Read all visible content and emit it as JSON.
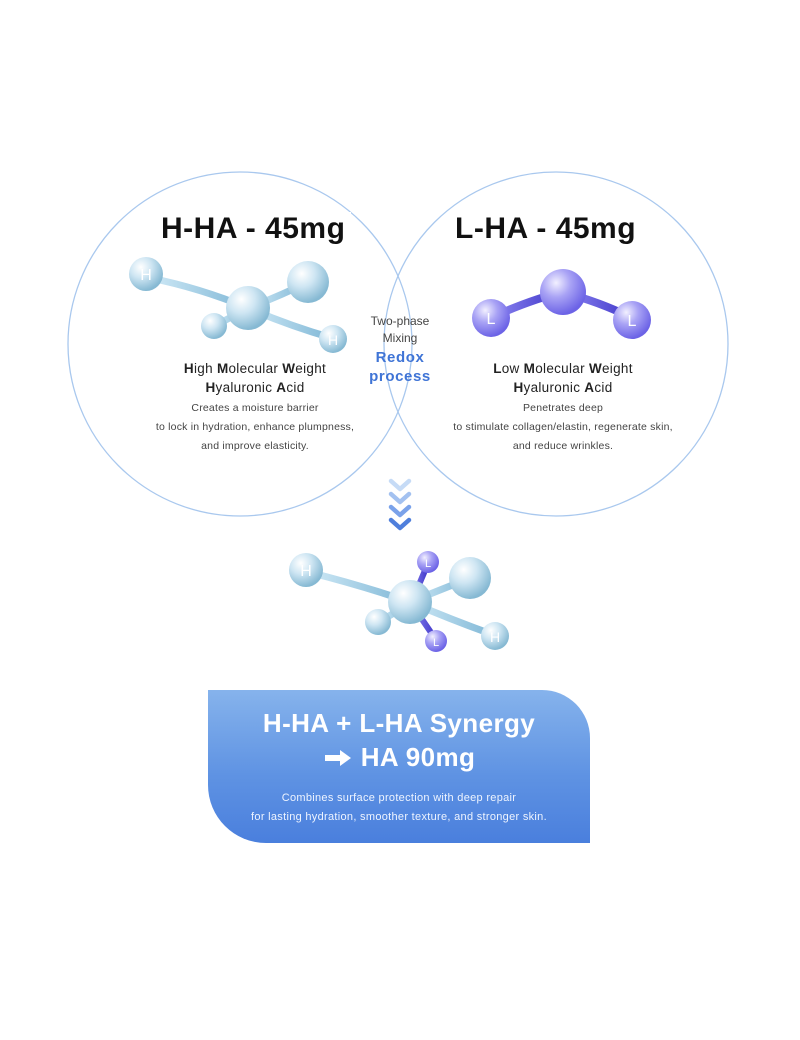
{
  "left": {
    "title": "H-HA - 45mg",
    "heading_line1": [
      "H",
      "igh ",
      "M",
      "olecular ",
      "W",
      "eight"
    ],
    "heading_line2": [
      "H",
      "yaluronic ",
      "A",
      "cid"
    ],
    "desc_lines": [
      "Creates a moisture barrier",
      "to lock in hydration, enhance plumpness,",
      "and improve elasticity."
    ],
    "atom_letter": "H"
  },
  "right": {
    "title": "L-HA - 45mg",
    "heading_line1": [
      "L",
      "ow ",
      "M",
      "olecular ",
      "W",
      "eight"
    ],
    "heading_line2": [
      "H",
      "yaluronic ",
      "A",
      "cid"
    ],
    "desc_lines": [
      "Penetrates deep",
      "to stimulate collagen/elastin, regenerate skin,",
      "and reduce wrinkles."
    ],
    "atom_letter": "L"
  },
  "center": {
    "line1": "Two-phase",
    "line2": "Mixing",
    "line3": "Redox",
    "line4": "process"
  },
  "banner": {
    "title_line1": "H-HA + L-HA Synergy",
    "title_line2": "HA 90mg",
    "desc_line1": "Combines surface protection with deep repair",
    "desc_line2": "for lasting hydration, smoother texture, and stronger skin."
  },
  "colors": {
    "circle_stroke": "#a9c8ee",
    "accent_blue": "#3f74d6",
    "banner_top": "#86b3ec",
    "banner_bottom": "#4a7fdd",
    "chevron": "#4f7fdc"
  }
}
